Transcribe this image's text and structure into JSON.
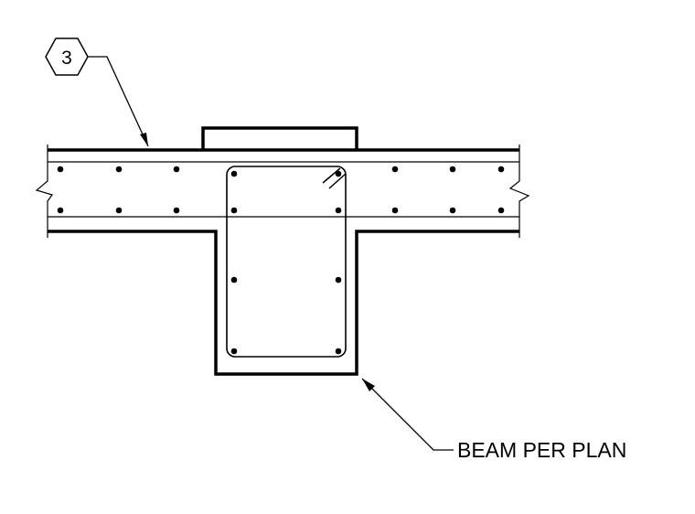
{
  "tag": {
    "number": "3",
    "shape": "hexagon"
  },
  "callout": {
    "beam_label": "BEAM PER PLAN"
  },
  "colors": {
    "line": "#000000",
    "background": "#ffffff"
  }
}
